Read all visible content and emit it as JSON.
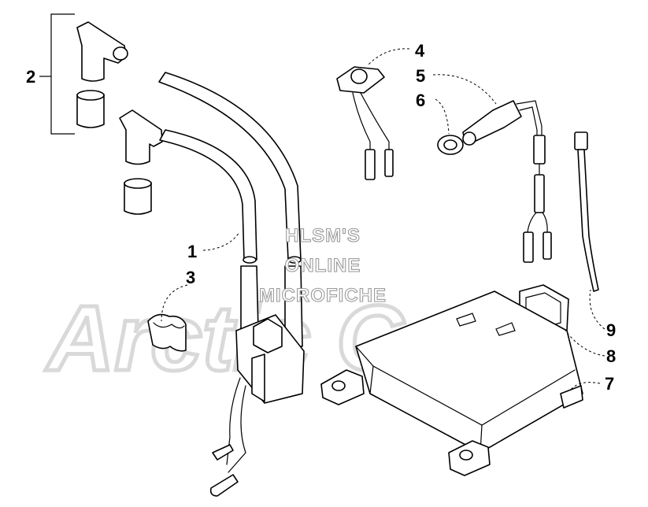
{
  "watermark": {
    "lines": [
      "HLSM'S",
      "ONLINE",
      "MICROFICHE"
    ],
    "logo": "Arctic Cat"
  },
  "callouts": [
    {
      "id": "1",
      "label": "1"
    },
    {
      "id": "2",
      "label": "2"
    },
    {
      "id": "3",
      "label": "3"
    },
    {
      "id": "4",
      "label": "4"
    },
    {
      "id": "5",
      "label": "5"
    },
    {
      "id": "6",
      "label": "6"
    },
    {
      "id": "7",
      "label": "7"
    },
    {
      "id": "8",
      "label": "8"
    },
    {
      "id": "9",
      "label": "9"
    }
  ],
  "colors": {
    "line": "#000000",
    "watermark": "#9a9a9a",
    "background": "#ffffff"
  }
}
